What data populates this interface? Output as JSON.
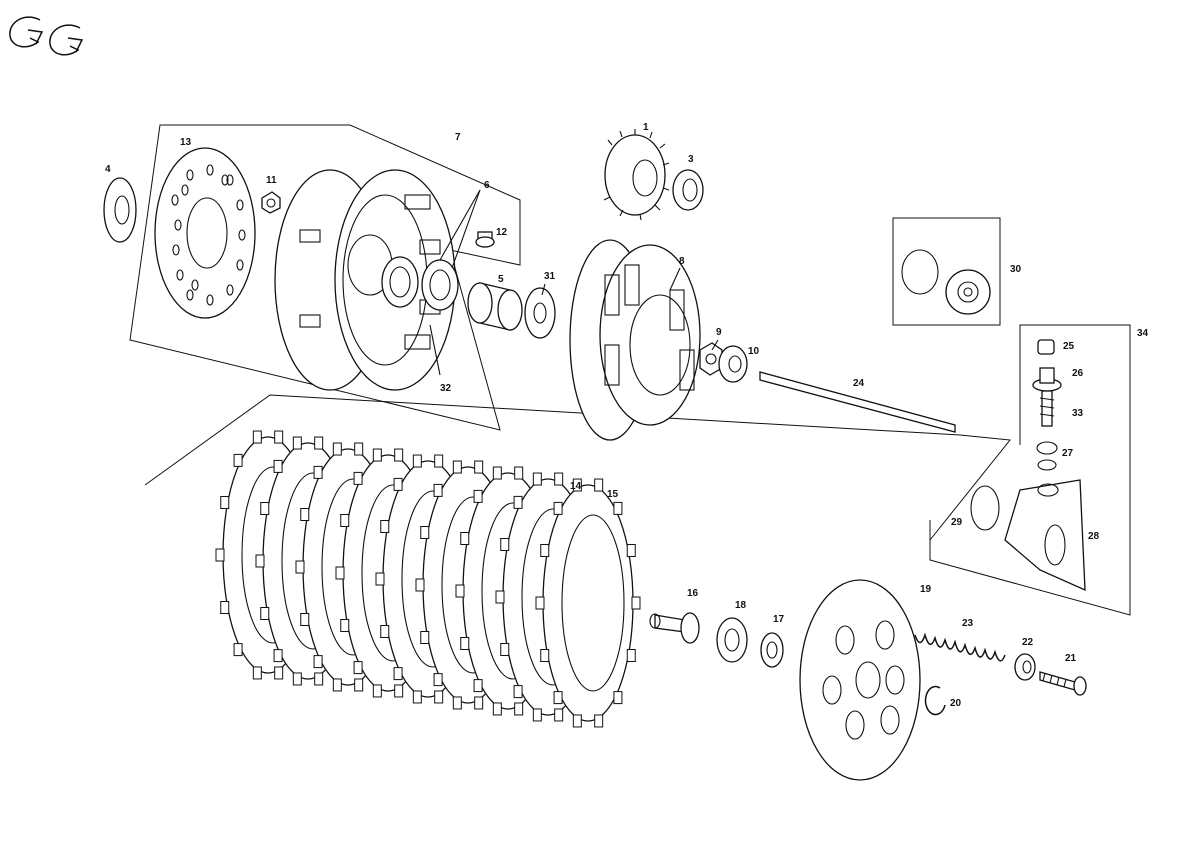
{
  "logo": {
    "text": "GG"
  },
  "colors": {
    "line": "#111111",
    "background": "#ffffff"
  },
  "parts": [
    {
      "id": "1",
      "label": "1"
    },
    {
      "id": "3",
      "label": "3"
    },
    {
      "id": "4",
      "label": "4"
    },
    {
      "id": "5",
      "label": "5"
    },
    {
      "id": "6",
      "label": "6"
    },
    {
      "id": "7",
      "label": "7"
    },
    {
      "id": "8",
      "label": "8"
    },
    {
      "id": "9",
      "label": "9"
    },
    {
      "id": "10",
      "label": "10"
    },
    {
      "id": "11",
      "label": "11"
    },
    {
      "id": "12",
      "label": "12"
    },
    {
      "id": "13",
      "label": "13"
    },
    {
      "id": "14",
      "label": "14"
    },
    {
      "id": "15",
      "label": "15"
    },
    {
      "id": "16",
      "label": "16"
    },
    {
      "id": "17",
      "label": "17"
    },
    {
      "id": "18",
      "label": "18"
    },
    {
      "id": "19",
      "label": "19"
    },
    {
      "id": "20",
      "label": "20"
    },
    {
      "id": "21",
      "label": "21"
    },
    {
      "id": "22",
      "label": "22"
    },
    {
      "id": "23",
      "label": "23"
    },
    {
      "id": "24",
      "label": "24"
    },
    {
      "id": "25",
      "label": "25"
    },
    {
      "id": "26",
      "label": "26"
    },
    {
      "id": "27",
      "label": "27"
    },
    {
      "id": "28",
      "label": "28"
    },
    {
      "id": "29",
      "label": "29"
    },
    {
      "id": "30",
      "label": "30"
    },
    {
      "id": "31",
      "label": "31"
    },
    {
      "id": "32",
      "label": "32"
    },
    {
      "id": "33",
      "label": "33"
    },
    {
      "id": "34",
      "label": "34"
    }
  ]
}
